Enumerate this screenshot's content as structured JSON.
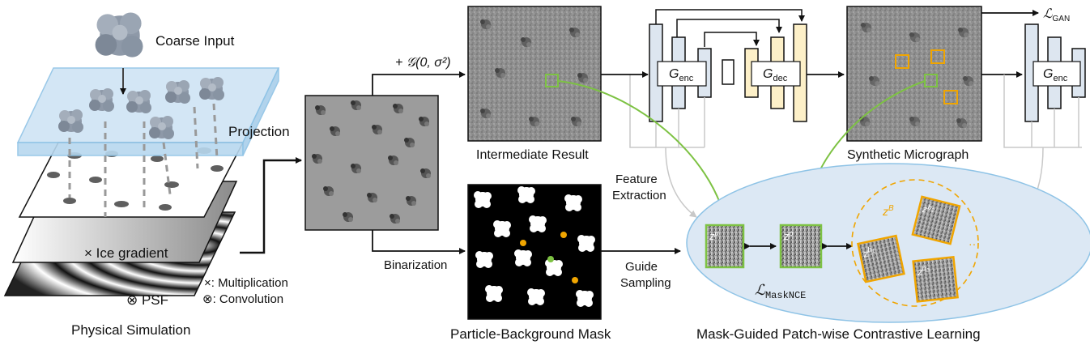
{
  "labels": {
    "coarse_input": "Coarse Input",
    "projection": "Projection",
    "ice_gradient": "× Ice gradient",
    "psf": "⊗ PSF",
    "legend_mult": "×: Multiplication",
    "legend_conv": "⊗: Convolution",
    "physical_simulation": "Physical Simulation",
    "noise": "+ 𝒢(0, σ²)",
    "intermediate_result": "Intermediate Result",
    "binarization": "Binarization",
    "particle_mask": "Particle-Background Mask",
    "feature_extraction_1": "Feature",
    "feature_extraction_2": "Extraction",
    "guide_sampling_1": "Guide",
    "guide_sampling_2": "Sampling",
    "g_enc": "G",
    "g_enc_sub": "enc",
    "g_dec": "G",
    "g_dec_sub": "dec",
    "synthetic_micrograph": "Synthetic Micrograph",
    "l_gan": "ℒ",
    "l_gan_sub": "GAN",
    "l_masknce": "ℒ",
    "l_masknce_sub": "MaskNCE",
    "z_p": "z",
    "z_p_sup": "p",
    "z_b": "z",
    "z_b_sup": "B",
    "z_b1": "z",
    "z_b1_sup": "b",
    "z_b1_subsub": "1",
    "z_b2_sup": "b",
    "z_b2_subsub": "2",
    "z_b3_sup": "b",
    "z_b3_subsub": "3",
    "ellipsis": "···",
    "contrastive_learning": "Mask-Guided Patch-wise Contrastive Learning"
  },
  "colors": {
    "green": "#7dc243",
    "orange": "#f0a500",
    "enc_fill": "#dde6f0",
    "dec_fill": "#fdf0c8",
    "ellipse_fill": "#dce8f4",
    "ellipse_stroke": "#8ec3e6",
    "slab_fill": "#cfe4f5"
  },
  "icons": [
    "protein-particle-icon",
    "double-arrow-icon"
  ]
}
